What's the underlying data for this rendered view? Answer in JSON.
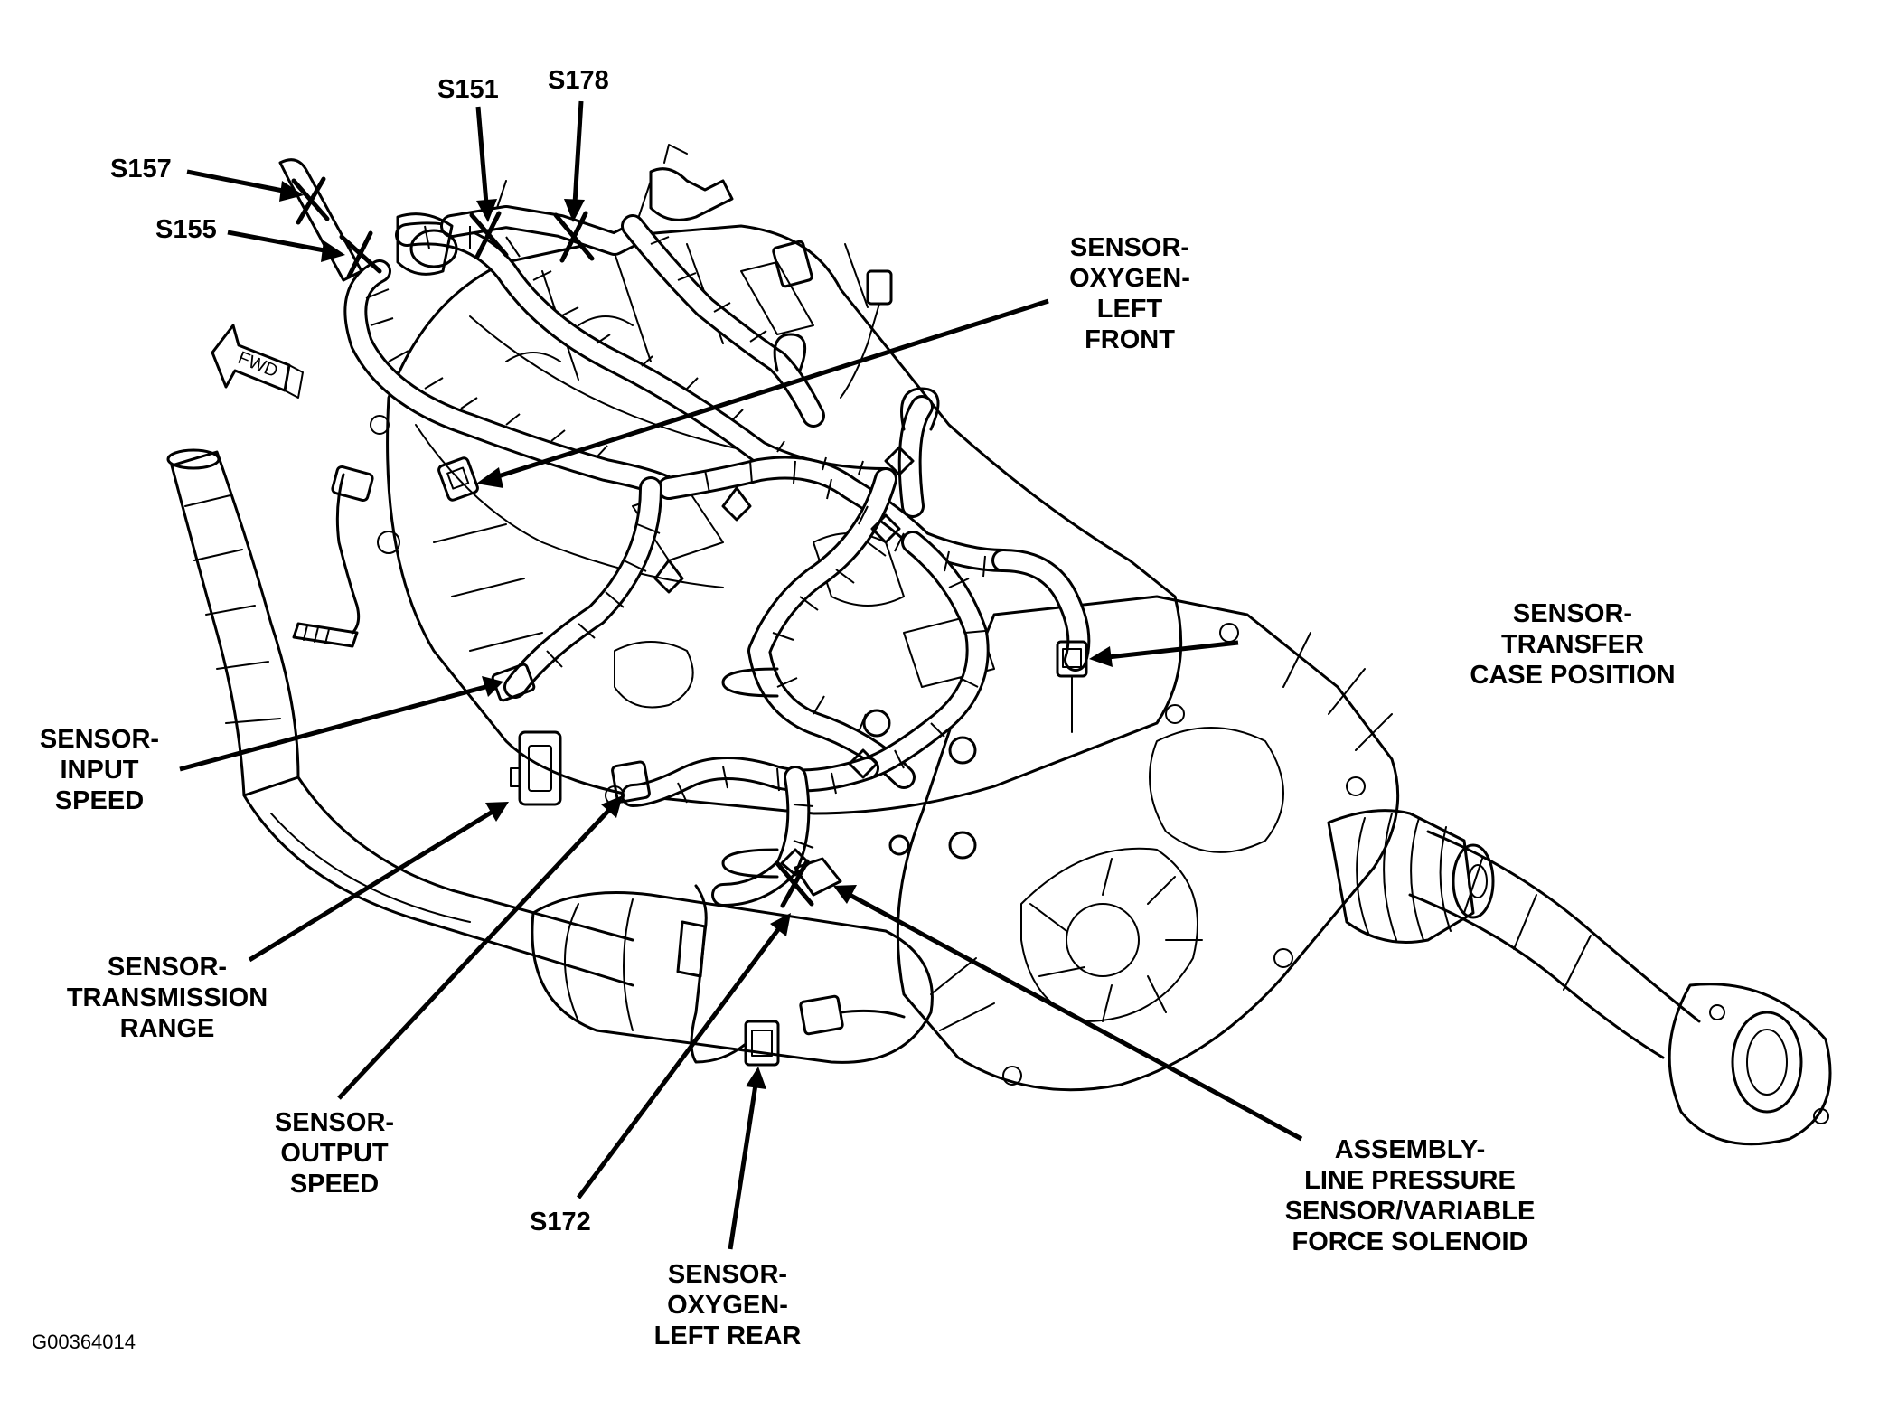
{
  "diagram": {
    "figure_id": "G00364014",
    "fwd_indicator": "FWD",
    "splices": {
      "s157": "S157",
      "s155": "S155",
      "s151": "S151",
      "s178": "S178",
      "s172": "S172"
    },
    "components": {
      "oxygen_left_front": [
        "SENSOR-",
        "OXYGEN-",
        "LEFT",
        "FRONT"
      ],
      "transfer_case_position": [
        "SENSOR-",
        "TRANSFER",
        "CASE POSITION"
      ],
      "input_speed": [
        "SENSOR-",
        "INPUT",
        "SPEED"
      ],
      "transmission_range": [
        "SENSOR-",
        "TRANSMISSION",
        "RANGE"
      ],
      "output_speed": [
        "SENSOR-",
        "OUTPUT",
        "SPEED"
      ],
      "oxygen_left_rear": [
        "SENSOR-",
        "OXYGEN-",
        "LEFT REAR"
      ],
      "line_pressure_vfs": [
        "ASSEMBLY-",
        "LINE PRESSURE",
        "SENSOR/VARIABLE",
        "FORCE SOLENOID"
      ]
    }
  }
}
